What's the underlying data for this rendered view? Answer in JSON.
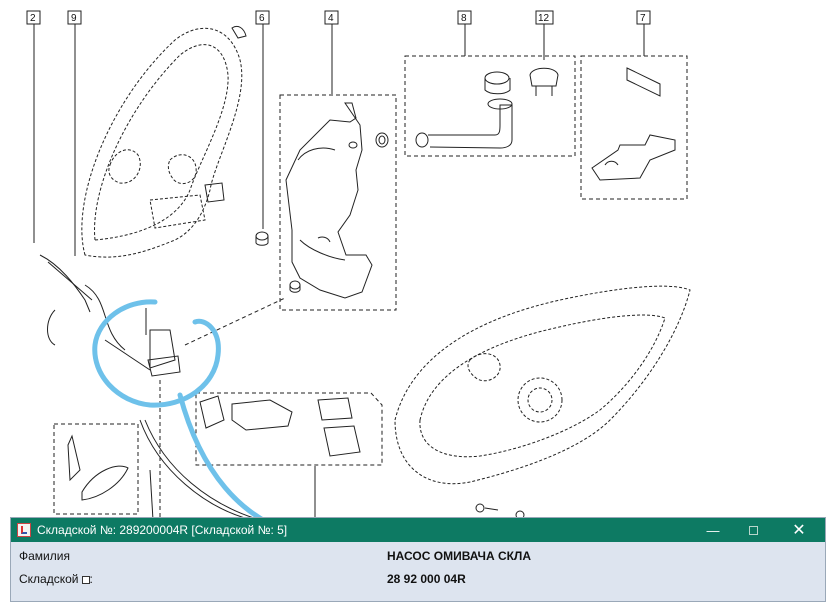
{
  "callouts": [
    "2",
    "9",
    "6",
    "4",
    "8",
    "12",
    "7"
  ],
  "window": {
    "title": "Складской №: 289200004R [Складской №: 5]",
    "minimize_glyph": "—",
    "close_glyph": "✕"
  },
  "fields": [
    {
      "label": "Фамилия",
      "value": "НАСОС ОМИВАЧА СКЛА"
    },
    {
      "label": "Складской",
      "value": "28 92 000 04R"
    }
  ],
  "label_suffix": ":",
  "colors": {
    "annotation": "#6ec1ea",
    "titlebar": "#0d7a63",
    "panel": "#dde4ef"
  }
}
